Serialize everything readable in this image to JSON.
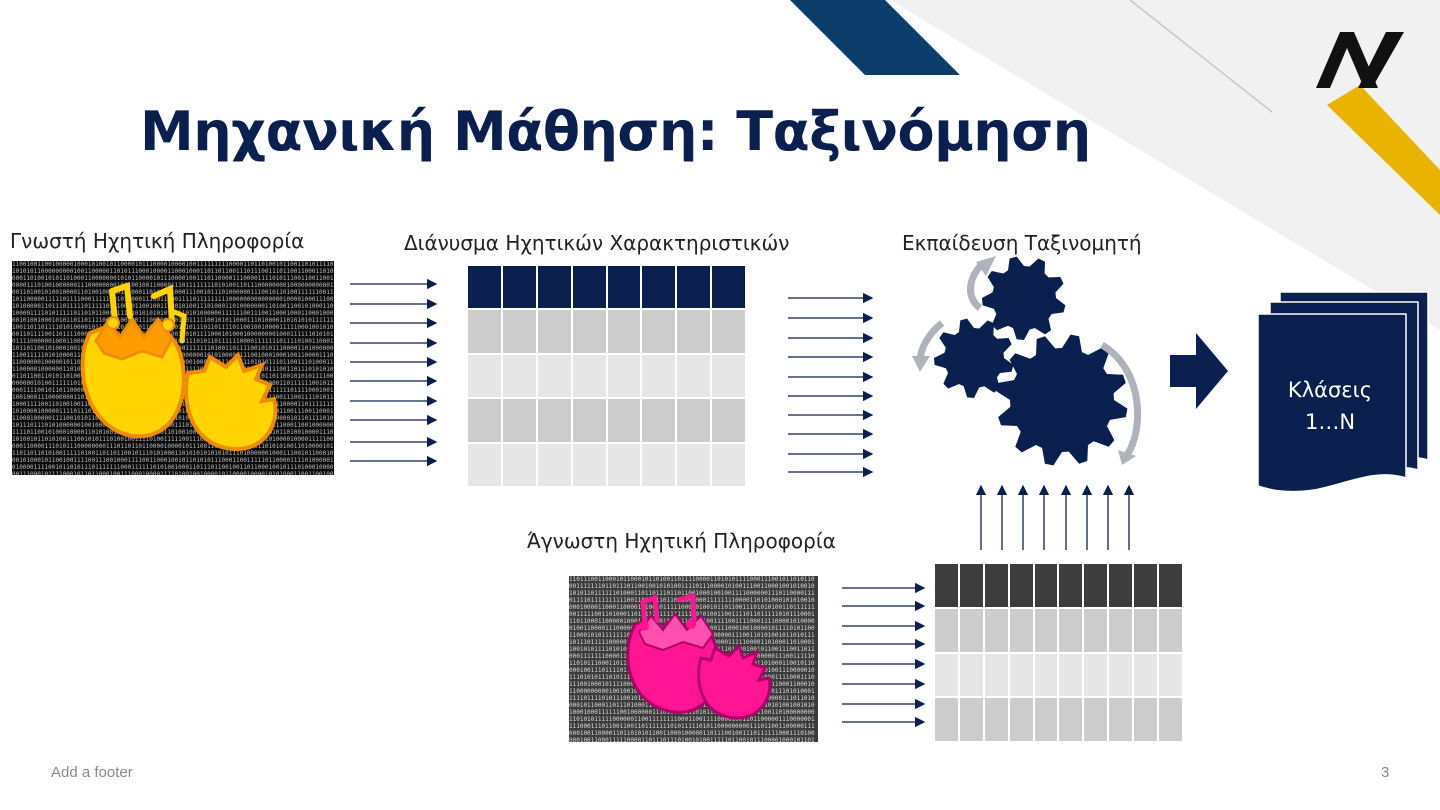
{
  "slide": {
    "title": "Μηχανική Μάθηση: Ταξινόμηση",
    "footer": "Add a footer",
    "page_number": "3"
  },
  "logo": {
    "text": "AV"
  },
  "labels": {
    "known_audio": "Γνωστή Ηχητική Πληροφορία",
    "feature_vector": "Διάνυσμα Ηχητικών Χαρακτηριστικών",
    "classifier_training": "Εκπαίδευση Ταξινομητή",
    "unknown_audio": "Άγνωστη Ηχητική Πληροφορία",
    "classes_line1": "Κλάσεις",
    "classes_line2": "1…N"
  },
  "icons": {
    "known_audio_image": "music-egg-yellow-icon",
    "unknown_audio_image": "music-egg-pink-icon",
    "training_gears": "gears-icon",
    "big_arrow": "arrow-right-icon",
    "classes_stack": "document-stack-icon"
  },
  "colors": {
    "navy": "#0b1f4e",
    "dark_gray": "#3d3d3d",
    "accent_gold": "#e8b400",
    "accent_blue": "#0d3e6b",
    "egg_yellow": "#ffd400",
    "egg_pink": "#ff1493"
  }
}
